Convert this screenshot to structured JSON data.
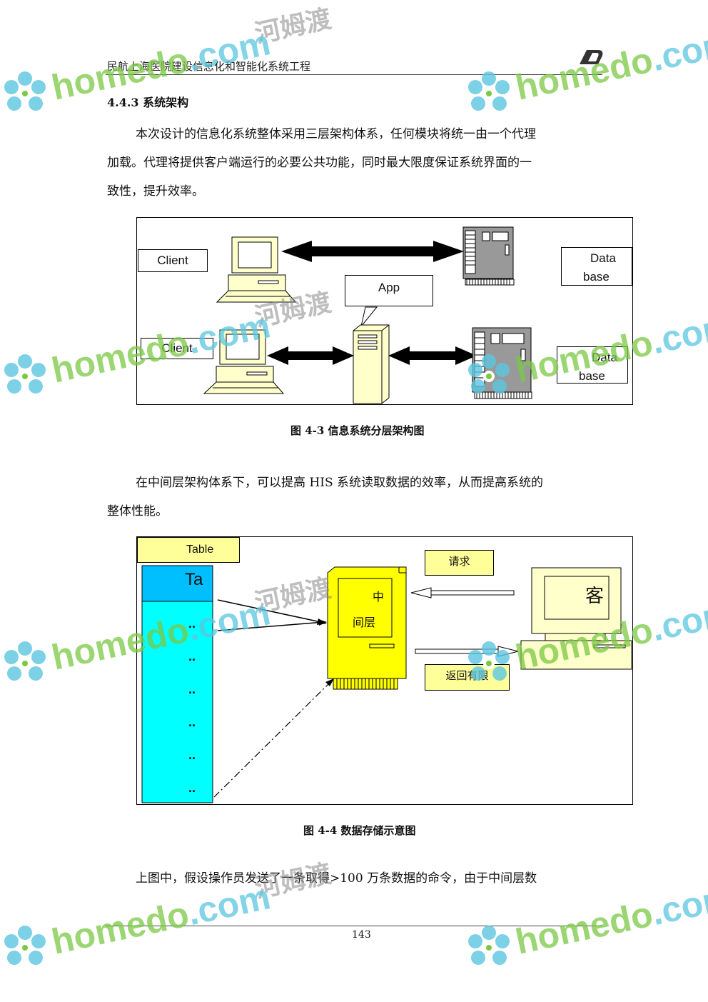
{
  "header": {
    "title": "民航上海医院建设信息化和智能化系统工程"
  },
  "section": {
    "title": "4.4.3 系统架构"
  },
  "paragraphs": {
    "p1_line1": "本次设计的信息化系统整体采用三层架构体系，任何模块将统一由一个代理",
    "p1_line2": "加载。代理将提供客户端运行的必要公共功能，同时最大限度保证系统界面的一",
    "p1_line3": "致性，提升效率。",
    "p2_line1": "在中间层架构体系下，可以提高 HIS 系统读取数据的效率，从而提高系统的",
    "p2_line2": "整体性能。",
    "p3_line1": "上图中，假设操作员发送了一条取得>100 万条数据的命令，由于中间层数"
  },
  "figure1": {
    "caption": "图 4-3 信息系统分层架构图",
    "client_top": "Client",
    "client_bottom": "Client",
    "app": "App",
    "db_top_line1": "Data",
    "db_top_line2": "base",
    "db_bottom_line1": "Data",
    "db_bottom_line2": "base"
  },
  "figure2": {
    "caption": "图 4-4 数据存储示意图",
    "table_label": "Table",
    "table_header": "Ta",
    "rows": [
      "..",
      "..",
      "..",
      "..",
      "..",
      ".."
    ],
    "middle_line1": "中",
    "middle_line2": "间层",
    "request": "请求",
    "return": "返回有限",
    "client": "客"
  },
  "footer": {
    "page": "143"
  },
  "watermark": {
    "brand_green": "homedo",
    "brand_blue": ".com",
    "brand_cn": "河姆渡"
  },
  "colors": {
    "yellow": "#ffff00",
    "cyan": "#00ffff",
    "light_yellow": "#ffff99",
    "blue_header": "#00bfff"
  }
}
